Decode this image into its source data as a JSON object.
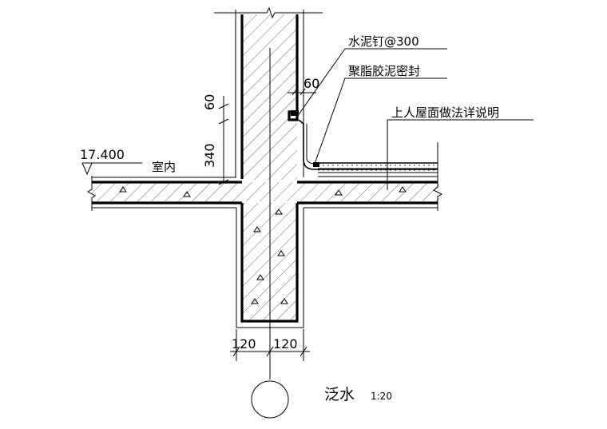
{
  "labels": {
    "cement_nail": "水泥钉@300",
    "sealant": "聚脂胶泥密封",
    "roof_note": "上人屋面做法详说明",
    "elevation": "17.400",
    "indoor": "室内",
    "dim_60_vertical": "60",
    "dim_340_vertical": "340",
    "dim_60_horizontal": "60",
    "dim_120_left": "120",
    "dim_120_right": "120",
    "title": "泛水",
    "scale": "1:20"
  }
}
